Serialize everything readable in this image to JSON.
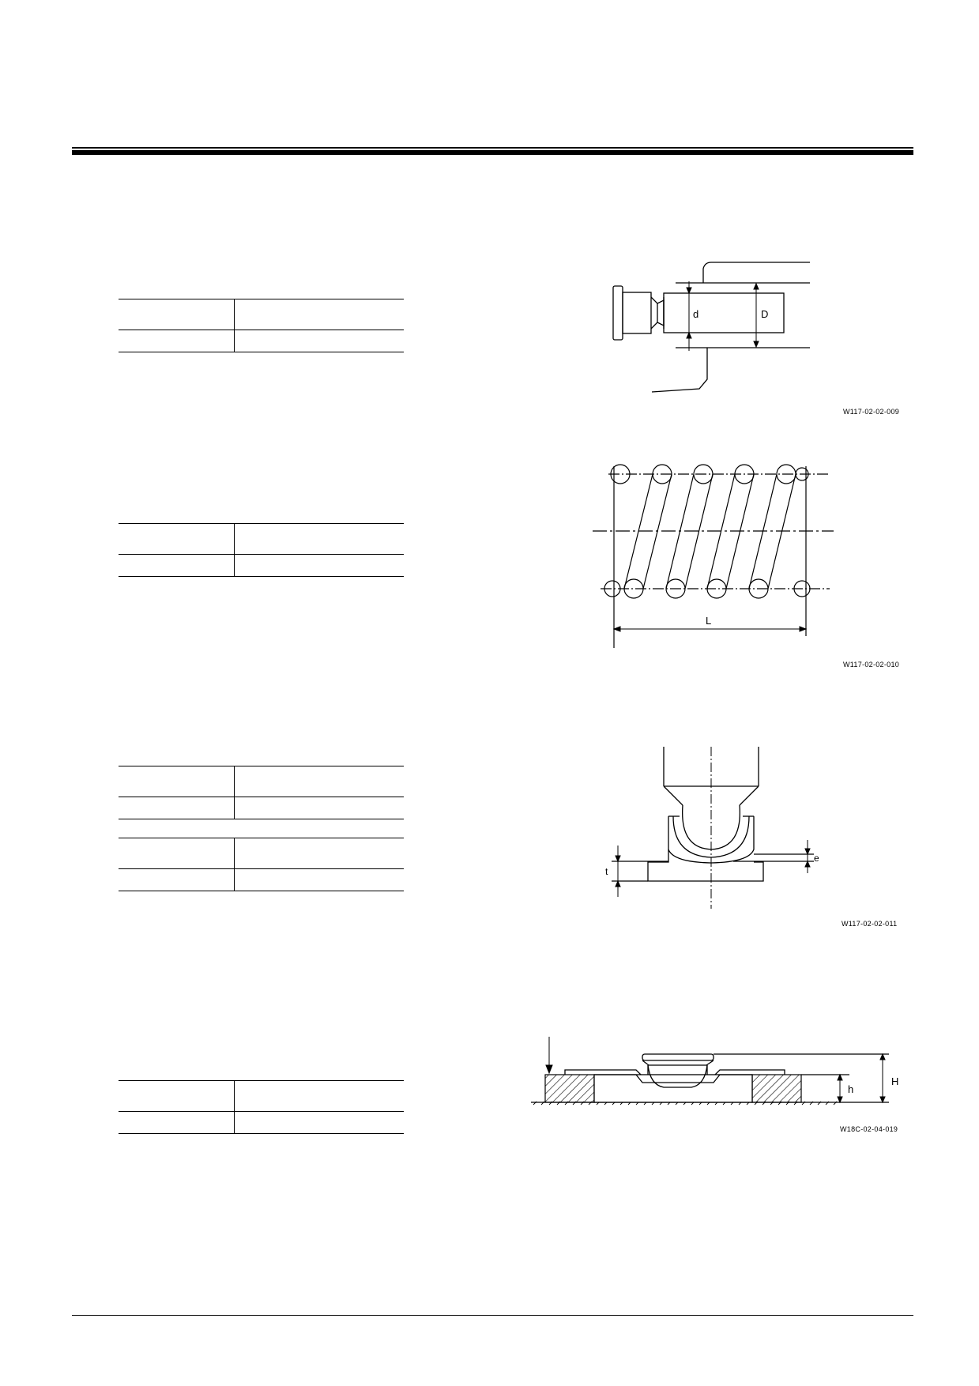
{
  "figures": [
    {
      "code": "W117-02-02-009",
      "labels": {
        "d": "d",
        "D": "D"
      }
    },
    {
      "code": "W117-02-02-010",
      "labels": {
        "L": "L"
      }
    },
    {
      "code": "W117-02-02-011",
      "labels": {
        "t": "t",
        "e": "e"
      }
    },
    {
      "code": "W18C-02-04-019",
      "labels": {
        "h": "h",
        "H": "H"
      }
    }
  ]
}
